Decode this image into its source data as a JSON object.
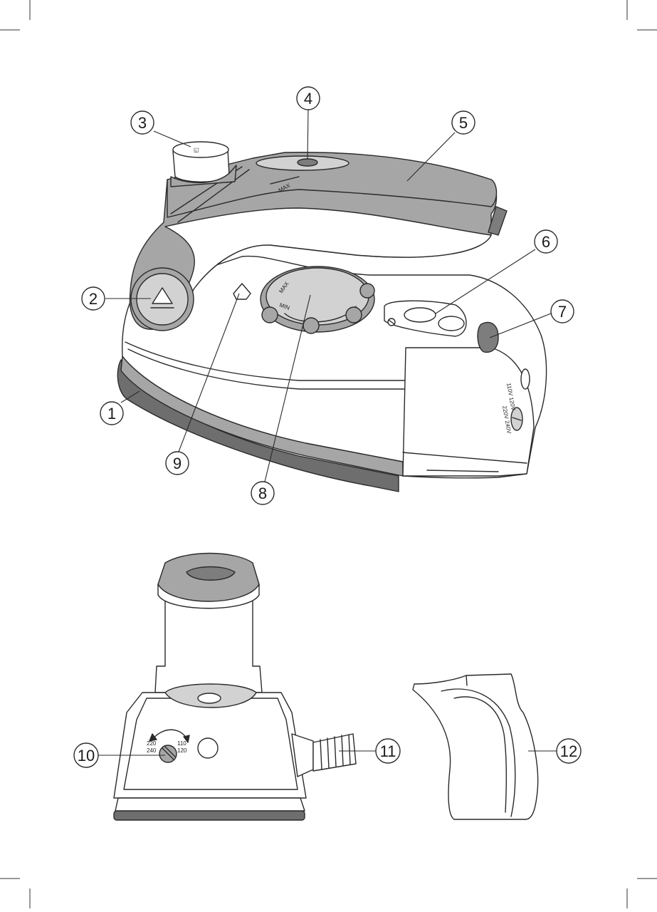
{
  "colors": {
    "outline": "#2a2a2a",
    "body_white": "#ffffff",
    "handle_gray": "#a6a6a6",
    "dark_gray": "#7d7d7d",
    "soleplate": "#6e6e6e",
    "light_gray": "#d2d2d2"
  },
  "callouts": [
    {
      "id": "1",
      "label": "1",
      "name": "soleplate"
    },
    {
      "id": "2",
      "label": "2",
      "name": "handle-fold-button"
    },
    {
      "id": "3",
      "label": "3",
      "name": "water-fill-cap"
    },
    {
      "id": "4",
      "label": "4",
      "name": "spray-button"
    },
    {
      "id": "5",
      "label": "5",
      "name": "handle"
    },
    {
      "id": "6",
      "label": "6",
      "name": "steam-control"
    },
    {
      "id": "7",
      "label": "7",
      "name": "indicator-light"
    },
    {
      "id": "8",
      "label": "8",
      "name": "temperature-dial"
    },
    {
      "id": "9",
      "label": "9",
      "name": "spray-nozzle"
    },
    {
      "id": "10",
      "label": "10",
      "name": "voltage-selector"
    },
    {
      "id": "11",
      "label": "11",
      "name": "power-cord-sleeve"
    },
    {
      "id": "12",
      "label": "12",
      "name": "protective-cover"
    }
  ],
  "markings": {
    "handle_max": "MAX",
    "dial_max": "MAX",
    "dial_min": "MIN",
    "voltage_side_high": "220V 240V",
    "voltage_side_low": "110V 120V",
    "selector_220": "220",
    "selector_240": "240",
    "selector_110": "110",
    "selector_120": "120"
  }
}
